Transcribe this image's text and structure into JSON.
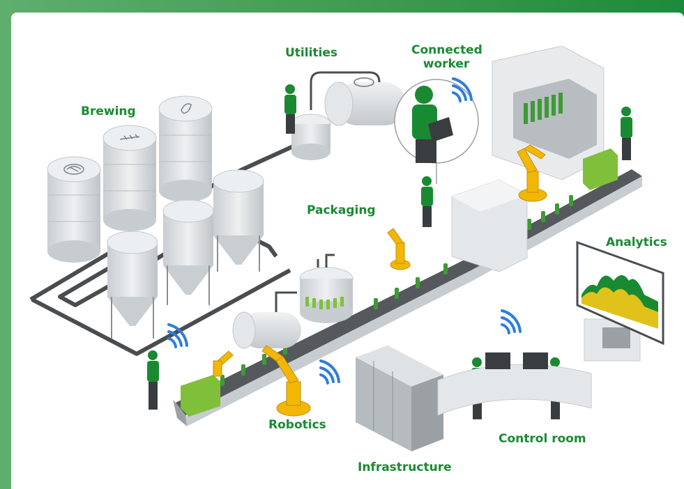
{
  "areas": {
    "brewing": "Brewing",
    "utilities": "Utilities",
    "connected_worker_line1": "Connected",
    "connected_worker_line2": "worker",
    "packaging": "Packaging",
    "analytics": "Analytics",
    "robotics": "Robotics",
    "control_room": "Control room",
    "infrastructure": "Infrastructure"
  },
  "colors": {
    "frame_start": "#5fae6e",
    "frame_end": "#1c8a3c",
    "label_green": "#1a8a32",
    "tank_grey": "#d9dcdf",
    "worker_green": "#1a8a32",
    "robot_yellow": "#f2b705",
    "wifi_blue": "#2f7ed8",
    "bottle_green": "#3d9a35",
    "pipe_dark": "#4a4d50"
  },
  "icons": [
    "hop-icon",
    "wheat-icon",
    "droplet-icon",
    "wifi-icon"
  ]
}
